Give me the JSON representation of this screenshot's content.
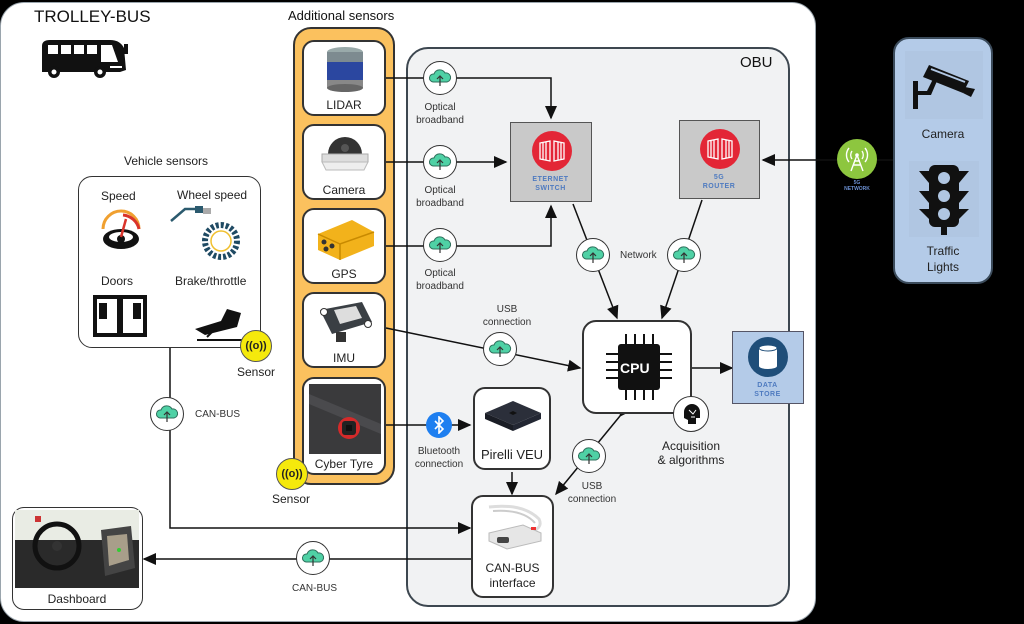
{
  "trolley": {
    "title": "TROLLEY-BUS",
    "icon": "bus-icon"
  },
  "vehicle_sensors": {
    "title": "Vehicle sensors",
    "items": [
      {
        "label": "Speed",
        "icon": "speedometer-icon"
      },
      {
        "label": "Wheel speed",
        "icon": "wheel-speed-sensor-icon"
      },
      {
        "label": "Doors",
        "icon": "doors-icon"
      },
      {
        "label": "Brake/throttle",
        "icon": "pedal-icon"
      }
    ],
    "badge_label": "Sensor"
  },
  "additional_sensors": {
    "title": "Additional sensors",
    "items": [
      {
        "label": "LIDAR"
      },
      {
        "label": "Camera"
      },
      {
        "label": "GPS"
      },
      {
        "label": "IMU"
      },
      {
        "label": "Cyber Tyre"
      }
    ],
    "badge_label": "Sensor"
  },
  "obu": {
    "title": "OBU",
    "ethernet_switch": {
      "line1": "ETERNET",
      "line2": "SWITCH"
    },
    "router": {
      "line1": "5G",
      "line2": "ROUTER"
    },
    "cpu": {
      "chip_label": "CPU",
      "caption_line1": "Acquisition",
      "caption_line2": "& algorithms"
    },
    "data_store": {
      "line1": "DATA",
      "line2": "STORE"
    },
    "pirelli": {
      "label": "Pirelli VEU"
    },
    "canbus_interface": {
      "line1": "CAN-BUS",
      "line2": "interface"
    }
  },
  "connections": {
    "optical_1": {
      "line1": "Optical",
      "line2": "broadband"
    },
    "optical_2": {
      "line1": "Optical",
      "line2": "broadband"
    },
    "optical_3": {
      "line1": "Optical",
      "line2": "broadband"
    },
    "usb_imu": {
      "line1": "USB",
      "line2": "connection"
    },
    "bluetooth": {
      "line1": "Bluetooth",
      "line2": "connection"
    },
    "network": {
      "label": "Network"
    },
    "usb_can": {
      "line1": "USB",
      "line2": "connection"
    },
    "canbus_vehicle": {
      "label": "CAN-BUS"
    },
    "canbus_dashboard": {
      "label": "CAN-BUS"
    }
  },
  "network_5g": {
    "line1": "5G",
    "line2": "NETWORK"
  },
  "infrastructure": {
    "items": [
      {
        "label": "Camera",
        "icon": "cctv-camera-icon"
      },
      {
        "label_line1": "Traffic",
        "label_line2": "Lights",
        "icon": "traffic-light-icon"
      }
    ]
  },
  "dashboard": {
    "label": "Dashboard"
  },
  "colors": {
    "additional_sensors_bg": "#fbc15e",
    "obu_bg": "#f1f2f3",
    "infrastructure_bg": "#b4cbe8",
    "cloud_green": "#4fd1a5",
    "switch_red": "#e32636",
    "sensor_yellow": "#f5e90c",
    "network_green": "#8dc63f",
    "label_blue": "#4f7bc0"
  }
}
